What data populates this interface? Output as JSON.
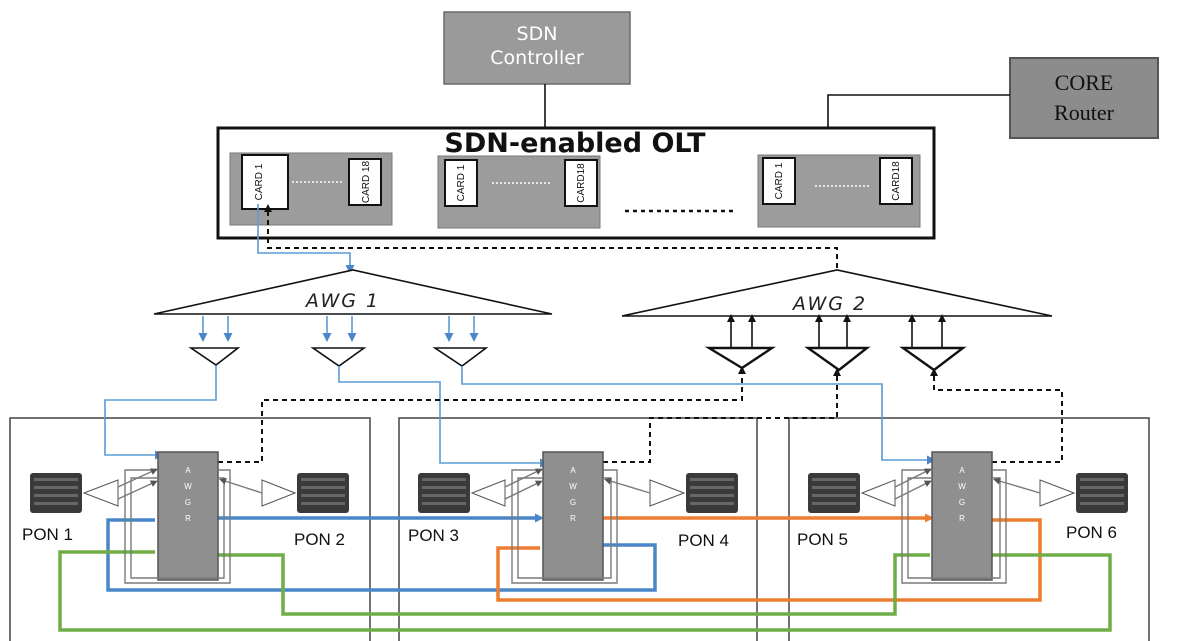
{
  "controller": {
    "line1": "SDN",
    "line2": "Controller"
  },
  "core": {
    "line1": "CORE",
    "line2": "Router"
  },
  "olt": {
    "title": "SDN-enabled OLT",
    "groups": [
      {
        "first": "CARD 1",
        "last": "CARD 18"
      },
      {
        "first": "CARD 1",
        "last": "CARD18"
      },
      {
        "first": "CARD 1",
        "last": "CARD18"
      }
    ]
  },
  "awg": {
    "awg1": "AWG 1",
    "awg2": "AWG 2"
  },
  "awgr_letters": [
    "A",
    "W",
    "G",
    "R"
  ],
  "pons": [
    "PON 1",
    "PON 2",
    "PON 3",
    "PON 4",
    "PON 5",
    "PON 6"
  ],
  "colors": {
    "blue": "#5b9bd5",
    "orange": "#ed7d31",
    "green": "#70ad47",
    "gray_box": "#9a9a9a"
  }
}
